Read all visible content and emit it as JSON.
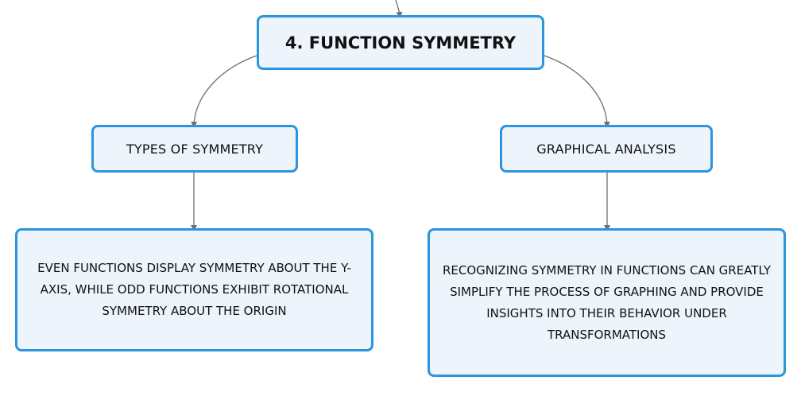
{
  "mindmap": {
    "root": {
      "label": "4. FUNCTION SYMMETRY"
    },
    "branches": [
      {
        "label": "TYPES OF SYMMETRY",
        "detail": "EVEN FUNCTIONS DISPLAY SYMMETRY ABOUT THE Y-AXIS, WHILE ODD FUNCTIONS EXHIBIT ROTATIONAL SYMMETRY ABOUT THE ORIGIN"
      },
      {
        "label": "GRAPHICAL ANALYSIS",
        "detail": "RECOGNIZING SYMMETRY IN FUNCTIONS CAN GREATLY SIMPLIFY THE PROCESS OF GRAPHING AND PROVIDE INSIGHTS INTO THEIR BEHAVIOR UNDER TRANSFORMATIONS"
      }
    ]
  },
  "colors": {
    "node_border": "#2c95dc",
    "node_fill": "#eef4fb",
    "connector": "#6f6f6f",
    "text": "#111111"
  }
}
